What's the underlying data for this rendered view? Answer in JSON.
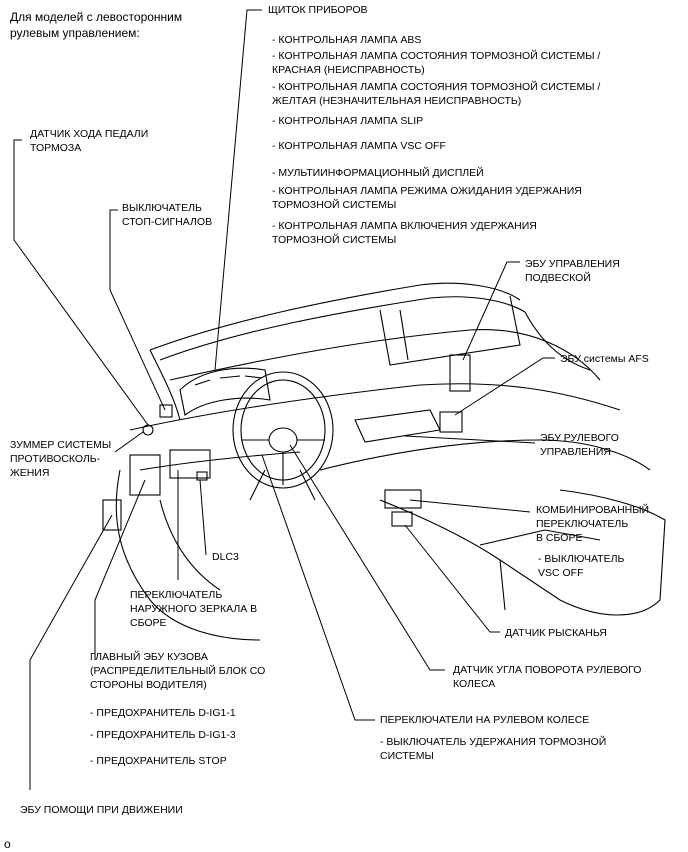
{
  "heading": "Для моделей с левосторонним\nрулевым управлением:",
  "labels": {
    "cluster": "ЩИТОК ПРИБОРОВ",
    "cluster_items": [
      "- КОНТРОЛЬНАЯ ЛАМПА ABS",
      "- КОНТРОЛЬНАЯ ЛАМПА СОСТОЯНИЯ ТОРМОЗНОЙ СИСТЕМЫ /\nКРАСНАЯ (НЕИСПРАВНОСТЬ)",
      "- КОНТРОЛЬНАЯ ЛАМПА СОСТОЯНИЯ ТОРМОЗНОЙ СИСТЕМЫ /\nЖЕЛТАЯ (НЕЗНАЧИТЕЛЬНАЯ НЕИСПРАВНОСТЬ)",
      "- КОНТРОЛЬНАЯ ЛАМПА SLIP",
      "- КОНТРОЛЬНАЯ ЛАМПА VSC OFF",
      "- МУЛЬТИИНФОРМАЦИОННЫЙ ДИСПЛЕЙ",
      "- КОНТРОЛЬНАЯ ЛАМПА РЕЖИМА ОЖИДАНИЯ УДЕРЖАНИЯ\nТОРМОЗНОЙ СИСТЕМЫ",
      "- КОНТРОЛЬНАЯ ЛАМПА ВКЛЮЧЕНИЯ УДЕРЖАНИЯ\nТОРМОЗНОЙ СИСТЕМЫ"
    ],
    "pedal_sensor": "ДАТЧИК ХОДА ПЕДАЛИ\nТОРМОЗА",
    "stop_switch": "ВЫКЛЮЧАТЕЛЬ\nСТОП-СИГНАЛОВ",
    "suspension_ecu": "ЭБУ УПРАВЛЕНИЯ\nПОДВЕСКОЙ",
    "afs_ecu": "ЭБУ системы AFS",
    "buzzer": "ЗУММЕР СИСТЕМЫ\nПРОТИВОСКОЛЬ-\nЖЕНИЯ",
    "steering_ecu": "ЭБУ РУЛЕВОГО\nУПРАВЛЕНИЯ",
    "combo_switch": "КОМБИНИРОВАННЫЙ\nПЕРЕКЛЮЧАТЕЛЬ\nВ СБОРЕ",
    "combo_sub": "- ВЫКЛЮЧАТЕЛЬ\nVSC OFF",
    "dlc3": "DLC3",
    "mirror_switch": "ПЕРЕКЛЮЧАТЕЛЬ\nНАРУЖНОГО ЗЕРКАЛА В\nСБОРЕ",
    "yaw_sensor": "ДАТЧИК РЫСКАНЬЯ",
    "main_body_ecu": "ГЛАВНЫЙ ЭБУ КУЗОВА\n(РАСПРЕДЕЛИТЕЛЬНЫЙ БЛОК СО\nСТОРОНЫ ВОДИТЕЛЯ)",
    "fuses": [
      "- ПРЕДОХРАНИТЕЛЬ D-IG1-1",
      "- ПРЕДОХРАНИТЕЛЬ D-IG1-3",
      "- ПРЕДОХРАНИТЕЛЬ STOP"
    ],
    "steer_angle": "ДАТЧИК УГЛА ПОВОРОТА РУЛЕВОГО\nКОЛЕСА",
    "wheel_switches": "ПЕРЕКЛЮЧАТЕЛИ НА РУЛЕВОМ КОЛЕСЕ",
    "hold_switch": "- ВЫКЛЮЧАТЕЛЬ УДЕРЖАНИЯ ТОРМОЗНОЙ\nСИСТЕМЫ",
    "drive_assist_ecu": "ЭБУ ПОМОЩИ ПРИ ДВИЖЕНИИ"
  },
  "footer_mark": "o"
}
